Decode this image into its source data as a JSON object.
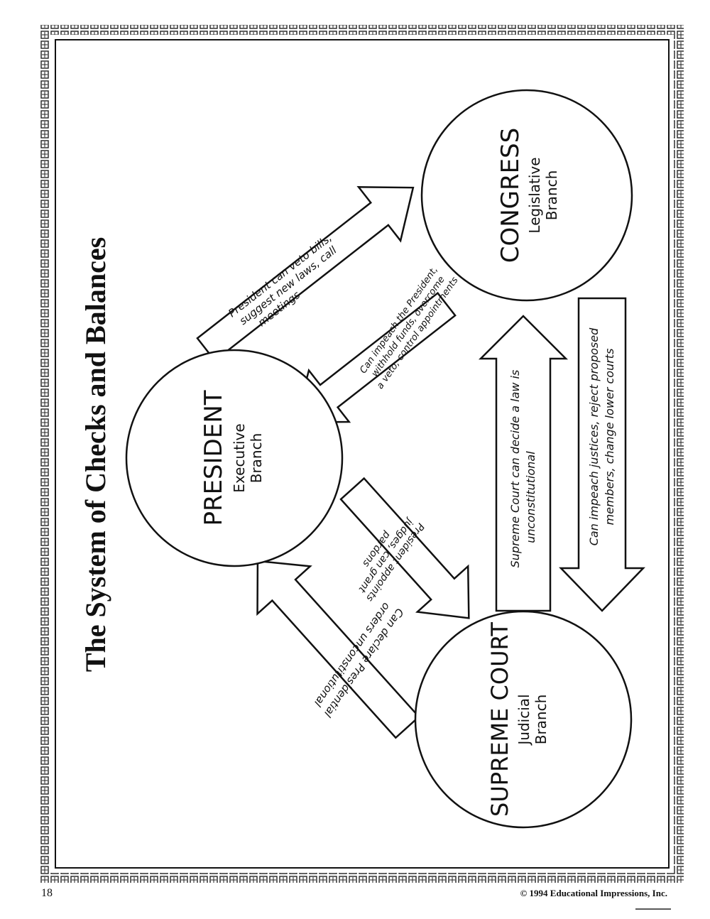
{
  "page": {
    "title": "The System of Checks and Balances",
    "page_number": "18",
    "copyright": "© 1994 Educational Impressions, Inc."
  },
  "branches": {
    "president": {
      "name": "PRESIDENT",
      "line1": "Executive",
      "line2": "Branch"
    },
    "congress": {
      "name": "CONGRESS",
      "line1": "Legislative",
      "line2": "Branch"
    },
    "court": {
      "name": "SUPREME COURT",
      "line1": "Judicial",
      "line2": "Branch"
    }
  },
  "checks": {
    "president_on_congress": [
      "President can veto bills,",
      "suggest new laws, call",
      "meetings"
    ],
    "congress_on_president": [
      "Can impeach the President,",
      "withhold funds, overcome",
      "a veto, control appointments"
    ],
    "court_on_congress": [
      "Supreme Court can decide a law is",
      "unconstitutional"
    ],
    "congress_on_court": [
      "Can impeach justices, reject proposed",
      "members, change lower courts"
    ],
    "president_on_court": [
      "President appoints",
      "judges, can grant",
      "pardons"
    ],
    "court_on_president": [
      "Can declare Presidential",
      "orders unconstitutional"
    ]
  }
}
